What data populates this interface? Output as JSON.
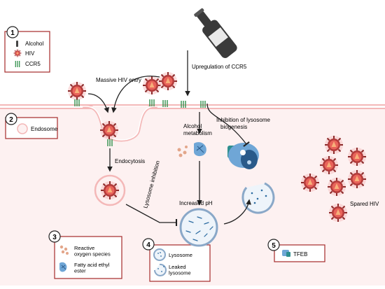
{
  "legend1": {
    "number": "1",
    "items": [
      "Alcohol",
      "HIV",
      "CCR5"
    ]
  },
  "legend2": {
    "number": "2",
    "items": [
      "Endosome"
    ]
  },
  "legend3": {
    "number": "3",
    "items": [
      "Reactive oxygen species",
      "Fatty acid ethyl ester"
    ]
  },
  "legend4": {
    "number": "4",
    "items": [
      "Lysosome",
      "Leaked lysosome"
    ]
  },
  "legend5": {
    "number": "5",
    "items": [
      "TFEB"
    ]
  },
  "labels": {
    "massive_entry": "Massive HIV entry",
    "upregulation": "Upregulation of CCR5",
    "inhibition_line1": "Inhibition of lysosome",
    "inhibition_line2": "biogenesis",
    "alcohol_line1": "Alcohol",
    "alcohol_line2": "metabolism",
    "endocytosis": "Endocytosis",
    "lysosome_inhibition": "Lysosome inhibition",
    "increased_ph": "Increased  pH",
    "spared_hiv": "Spared HIV"
  },
  "colors": {
    "membrane": "#f4b8b8",
    "cytoplasm": "#fdf1f1",
    "box_border": "#a52a2a",
    "hiv_spike": "#8b2b2b",
    "hiv_core": "#e8635a",
    "ccr5": "#2f8f4a",
    "lysosome": "#8aa8c8"
  }
}
